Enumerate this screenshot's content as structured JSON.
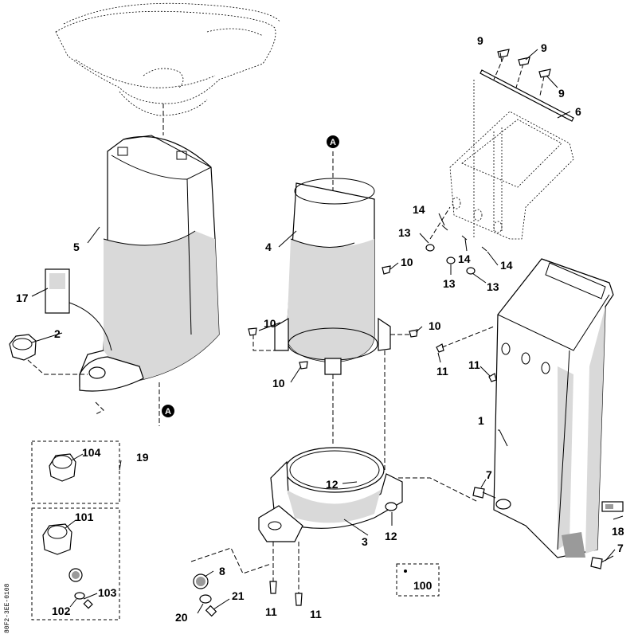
{
  "diagram_code": "80F2-3EE-0108",
  "reference_mark": "A",
  "callouts": {
    "p1": "1",
    "p2": "2",
    "p3": "3",
    "p4": "4",
    "p5": "5",
    "p6": "6",
    "p7": "7",
    "p9": "9",
    "p10": "10",
    "p11": "11",
    "p12": "12",
    "p13": "13",
    "p14": "14",
    "p17": "17",
    "p18": "18",
    "p19": "19",
    "p20": "20",
    "p21": "21",
    "p8": "8",
    "p100": "100",
    "p101": "101",
    "p102": "102",
    "p103": "103",
    "p104": "104"
  }
}
